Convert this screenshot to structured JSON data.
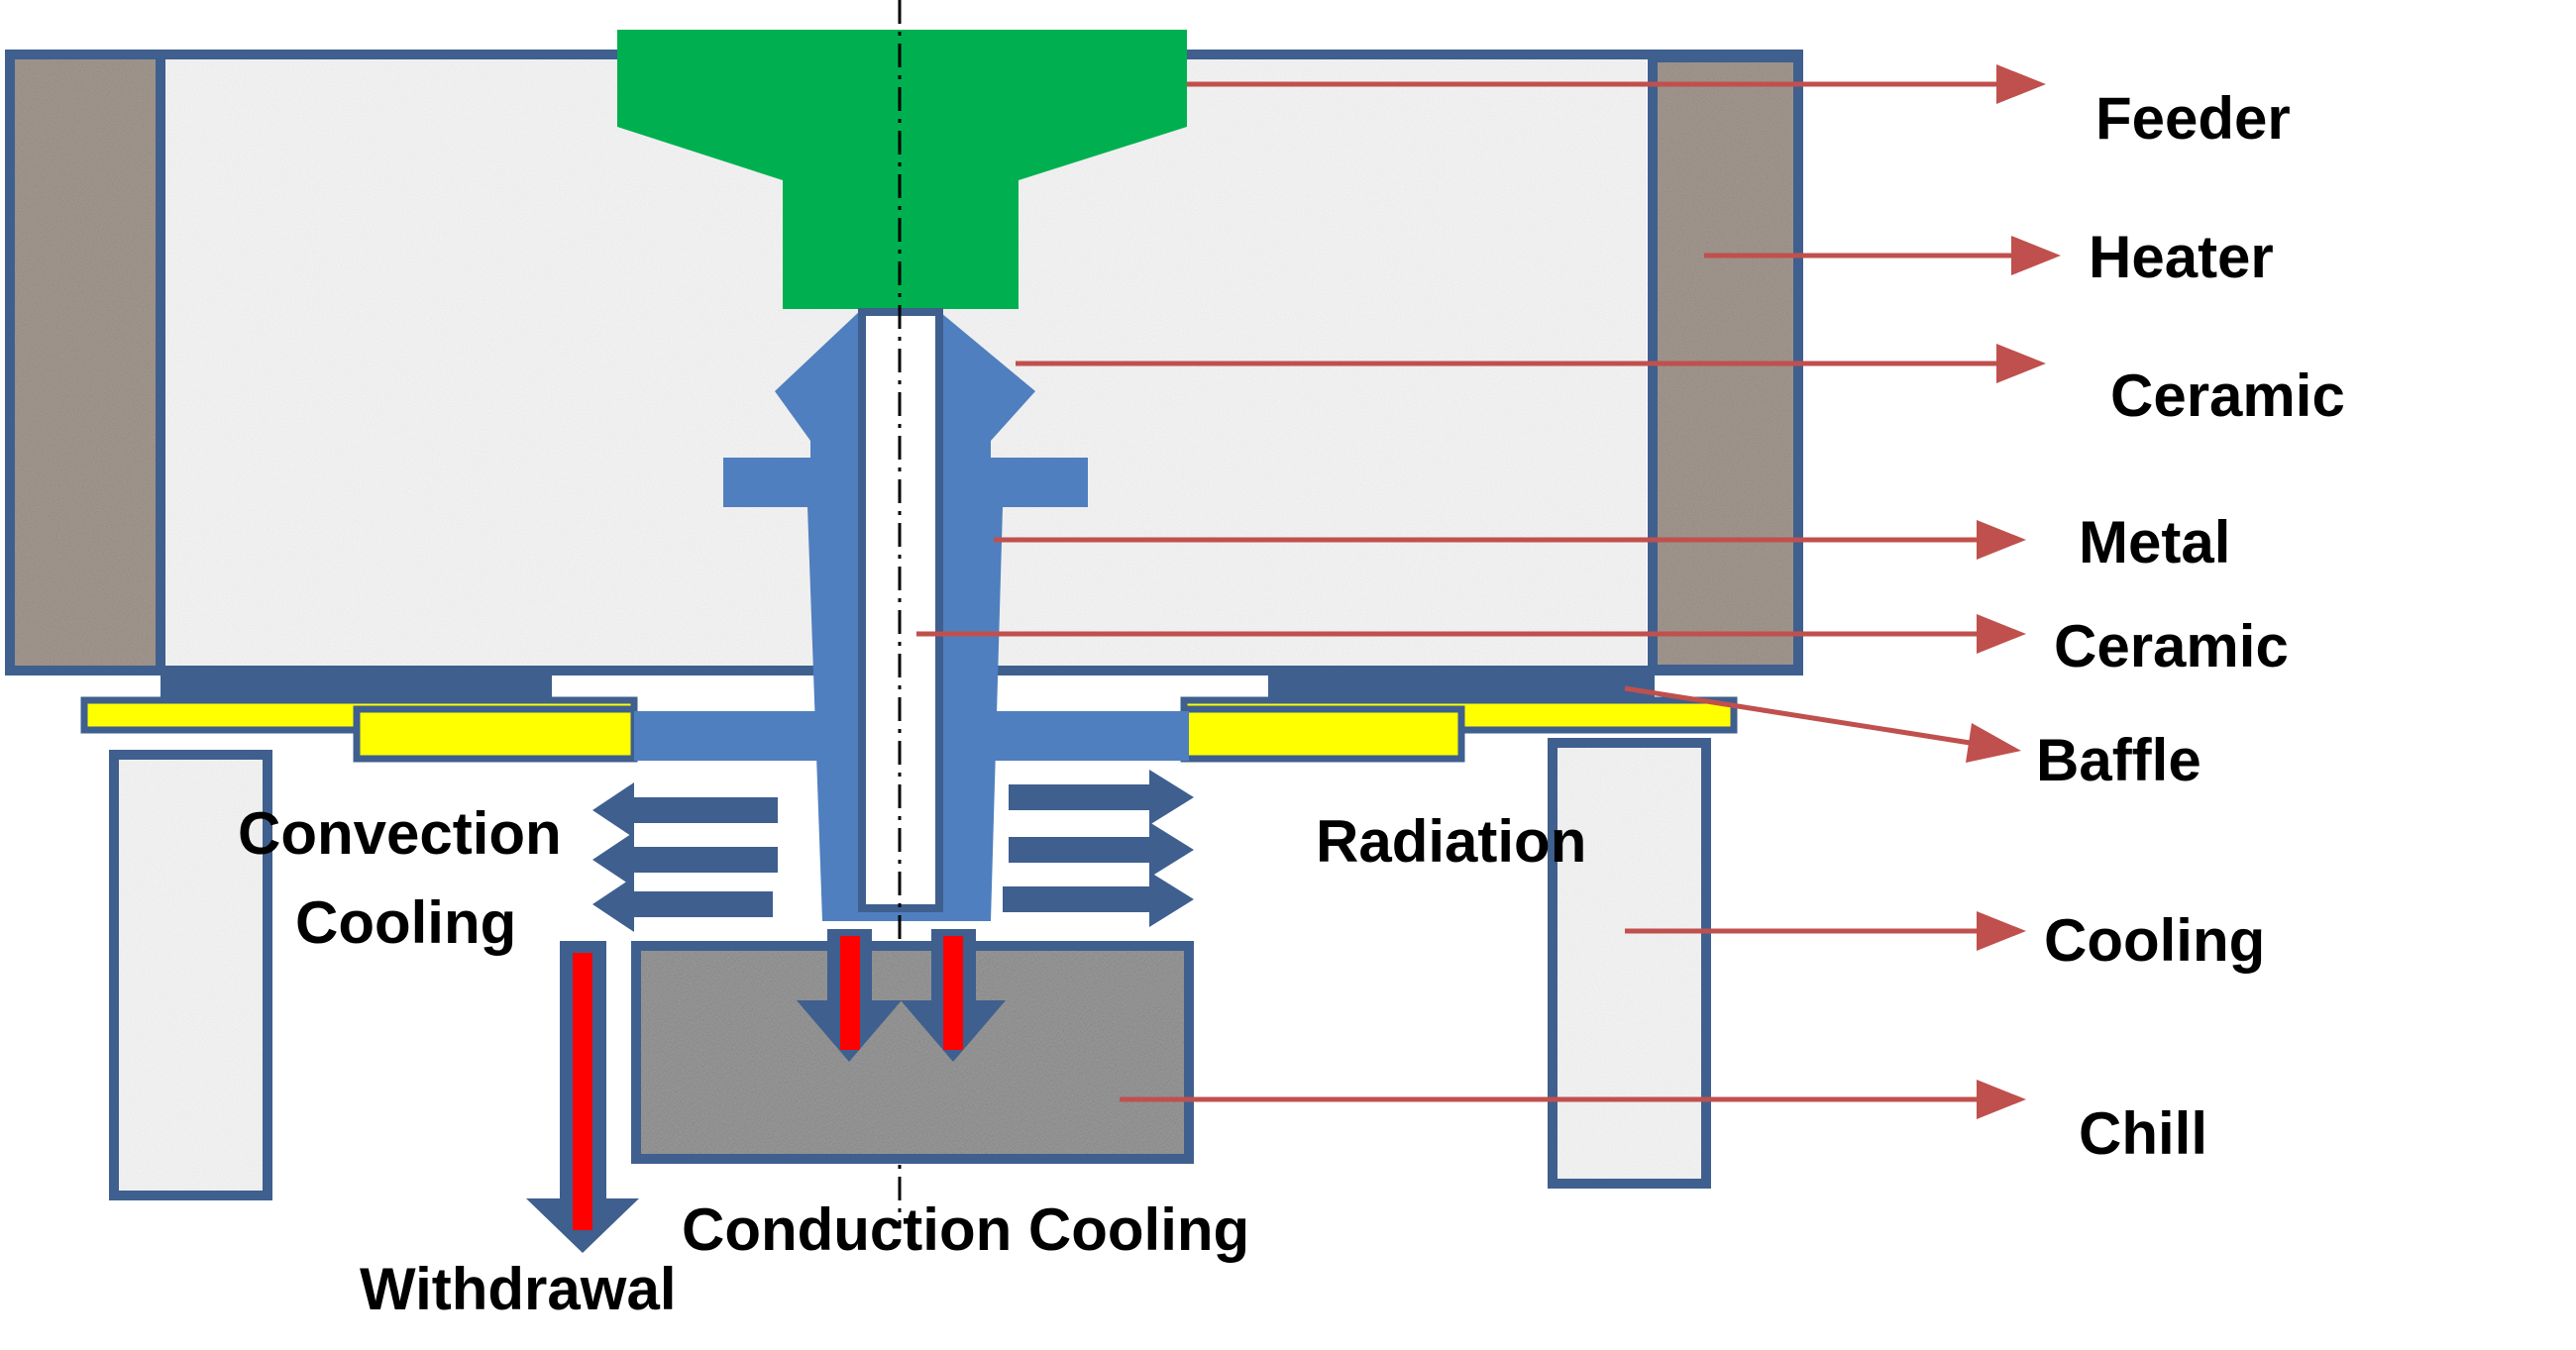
{
  "colors": {
    "outline": "#3f5f8f",
    "blue_part": "#4f7fbf",
    "feeder": "#00b050",
    "baffle": "#ffff00",
    "heater": "#a0968c",
    "ceramic": "#ececec",
    "chill": "#9a9a9a",
    "arrow_red": "#ff0000",
    "leader": "#c0504d"
  },
  "labels": {
    "feeder": "Feeder",
    "heater": "Heater",
    "ceramic_top": "Ceramic",
    "metal": "Metal",
    "ceramic_core": "Ceramic",
    "baffle": "Baffle",
    "cooling": "Cooling",
    "chill": "Chill",
    "convection_1": "Convection",
    "convection_2": "Cooling",
    "radiation": "Radiation",
    "conduction": "Conduction Cooling",
    "withdrawal": "Withdrawal"
  }
}
